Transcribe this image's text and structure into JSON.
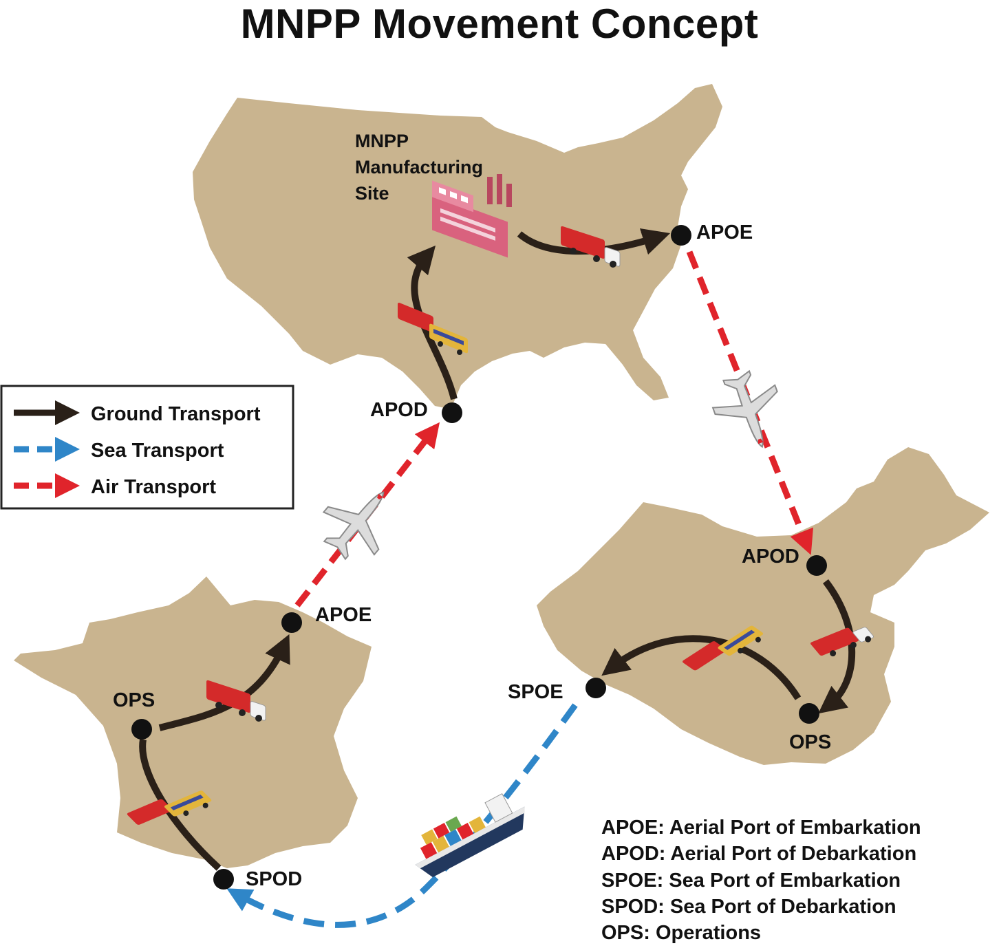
{
  "title": "MNPP Movement Concept",
  "colors": {
    "land": "#c9b48f",
    "ground": "#2a2018",
    "sea": "#2f86c8",
    "air": "#e0242b",
    "node": "#111111",
    "truck": "#d42a2a",
    "factory": "#d9627e"
  },
  "icons": [
    "factory-icon",
    "truck-icon",
    "train-icon",
    "airplane-icon",
    "ship-icon"
  ],
  "regions": {
    "usa": {
      "site_label": [
        "MNPP",
        "Manufacturing",
        "Site"
      ],
      "apoe": "APOE",
      "apod": "APOD"
    },
    "france": {
      "apoe": "APOE",
      "ops": "OPS",
      "spod": "SPOD"
    },
    "china": {
      "apod": "APOD",
      "spoe": "SPOE",
      "ops": "OPS"
    }
  },
  "legend": [
    {
      "label": "Ground Transport",
      "style": "ground"
    },
    {
      "label": "Sea Transport",
      "style": "sea"
    },
    {
      "label": "Air Transport",
      "style": "air"
    }
  ],
  "key": [
    "APOE: Aerial Port of Embarkation",
    "APOD: Aerial Port of Debarkation",
    "SPOE: Sea Port of Embarkation",
    "SPOD: Sea Port of Debarkation",
    "OPS: Operations"
  ]
}
